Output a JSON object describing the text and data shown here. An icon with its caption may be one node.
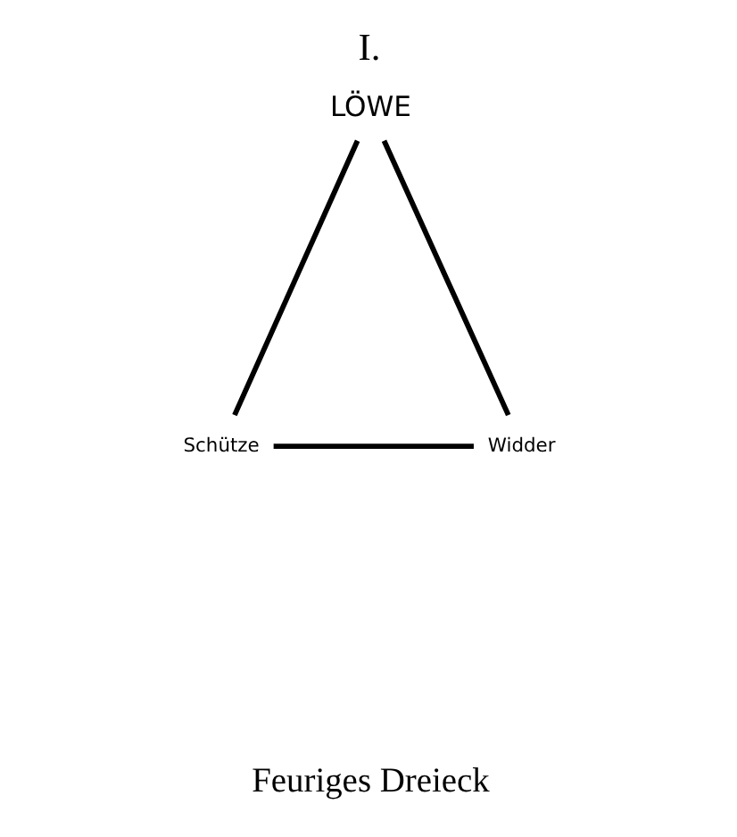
{
  "diagram": {
    "title": "I.",
    "caption": "Feuriges Dreieck",
    "nodes": [
      {
        "text": [
          "LÖWE"
        ]
      },
      {
        "text": [
          "Schütze"
        ]
      },
      {
        "text": [
          "Widder"
        ]
      }
    ],
    "edges": [
      {
        "from": 0,
        "to": 1,
        "arrow": "none"
      },
      {
        "from": 1,
        "to": 2,
        "arrow": "none"
      },
      {
        "from": 2,
        "to": 0,
        "arrow": "none"
      }
    ]
  }
}
